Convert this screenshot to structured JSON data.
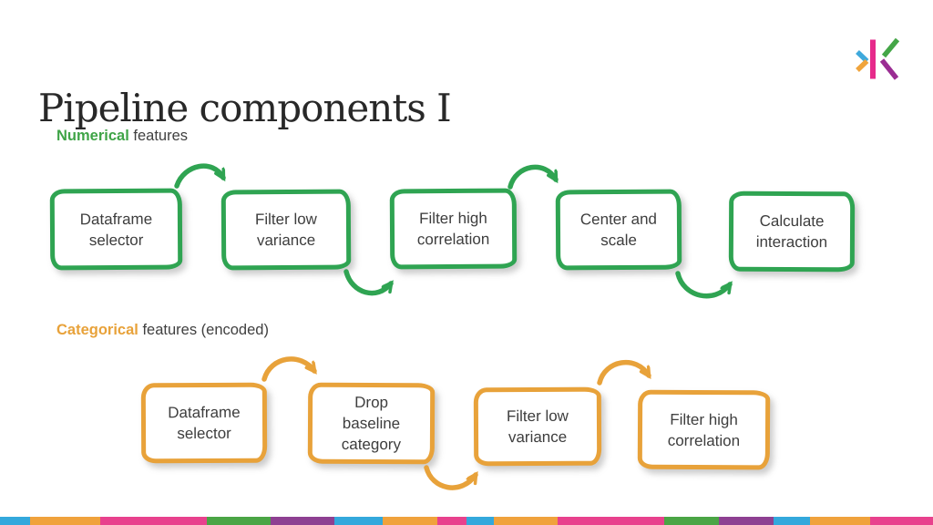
{
  "header": {
    "title": "Pipeline components I"
  },
  "logo": {
    "name": "knime-logo",
    "colors": {
      "blue": "#3fa9dc",
      "yellow": "#f0a43c",
      "magenta": "#e62a8b",
      "green": "#44a647",
      "purple": "#9a2d93"
    }
  },
  "numerical": {
    "label_highlight": "Numerical",
    "label_rest": " features",
    "accent": "#2fa452",
    "boxes": [
      {
        "label": "Dataframe\nselector"
      },
      {
        "label": "Filter low\nvariance"
      },
      {
        "label": "Filter high\ncorrelation"
      },
      {
        "label": "Center and\nscale"
      },
      {
        "label": "Calculate\ninteraction"
      }
    ]
  },
  "categorical": {
    "label_highlight": "Categorical",
    "label_rest": " features (encoded)",
    "accent": "#e8a23a",
    "boxes": [
      {
        "label": "Dataframe\nselector"
      },
      {
        "label": "Drop\nbaseline\ncategory"
      },
      {
        "label": "Filter low\nvariance"
      },
      {
        "label": "Filter high\ncorrelation"
      }
    ]
  },
  "footer": {
    "stripes": [
      {
        "c": "#33a8dc",
        "w": 33
      },
      {
        "c": "#f0a23c",
        "w": 77
      },
      {
        "c": "#e8418d",
        "w": 117
      },
      {
        "c": "#4aa545",
        "w": 70
      },
      {
        "c": "#8e4092",
        "w": 70
      },
      {
        "c": "#33a8dc",
        "w": 53
      },
      {
        "c": "#f0a23c",
        "w": 60
      },
      {
        "c": "#e8418d",
        "w": 32
      },
      {
        "c": "#33a8dc",
        "w": 30
      },
      {
        "c": "#f0a23c",
        "w": 70
      },
      {
        "c": "#e8418d",
        "w": 117
      },
      {
        "c": "#4aa545",
        "w": 60
      },
      {
        "c": "#8e4092",
        "w": 60
      },
      {
        "c": "#33a8dc",
        "w": 40
      },
      {
        "c": "#f0a23c",
        "w": 66
      },
      {
        "c": "#e8418d",
        "w": 69
      }
    ]
  }
}
